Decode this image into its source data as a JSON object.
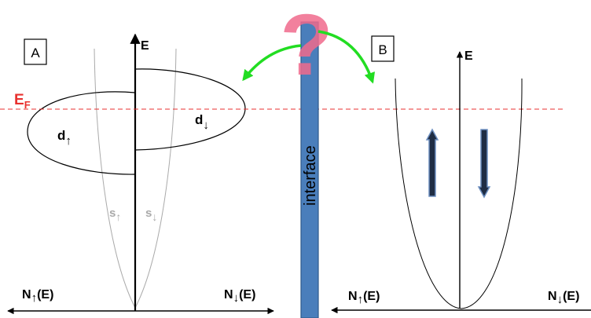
{
  "panel_a": {
    "box_label": "A",
    "e_axis_label": "E",
    "fermi_label_main": "E",
    "fermi_label_sub": "F",
    "d_up_label": "d",
    "d_up_arrow": "↑",
    "d_down_label": "d",
    "d_down_arrow": "↓",
    "s_up_label": "s",
    "s_up_arrow": "↑",
    "s_down_label": "s",
    "s_down_arrow": "↓",
    "n_up_label": "N",
    "n_up_arrow": "↑",
    "n_up_suffix": "(E)",
    "n_down_label": "N",
    "n_down_arrow": "↓",
    "n_down_suffix": "(E)"
  },
  "interface": {
    "label": "interface",
    "question_mark": "?"
  },
  "panel_b": {
    "box_label": "B",
    "e_axis_label": "E",
    "n_up_label": "N",
    "n_up_arrow": "↑",
    "n_up_suffix": "(E)",
    "n_down_label": "N",
    "n_down_arrow": "↓",
    "n_down_suffix": "(E)"
  },
  "colors": {
    "fermi": "#e8312f",
    "interface_bar": "#4a7ebb",
    "interface_border": "#2f5a8a",
    "green_arrow": "#22dd22",
    "question": "#f06a8c",
    "spin_arrow_fill": "#1f2d44",
    "spin_arrow_edge": "#6d8fc0",
    "s_band": "#aaaaaa"
  }
}
